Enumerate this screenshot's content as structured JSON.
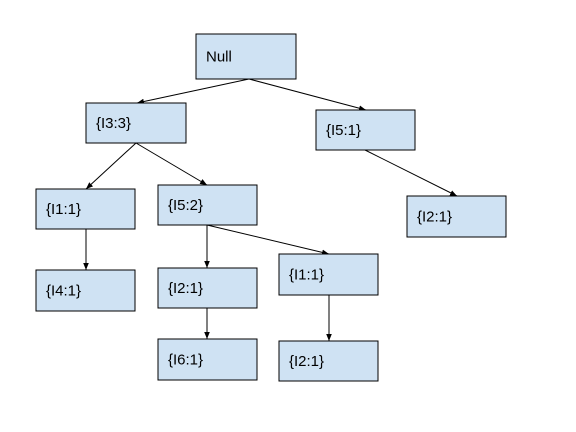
{
  "nodes": [
    {
      "id": "root",
      "label": "Null"
    },
    {
      "id": "i3",
      "label": "{I3:3}"
    },
    {
      "id": "i5",
      "label": "{I5:1}"
    },
    {
      "id": "i3-i1",
      "label": "{I1:1}"
    },
    {
      "id": "i3-i5",
      "label": "{I5:2}"
    },
    {
      "id": "i5-i2",
      "label": "{I2:1}"
    },
    {
      "id": "i3-i1-i4",
      "label": "{I4:1}"
    },
    {
      "id": "i3-i5-i2",
      "label": "{I2:1}"
    },
    {
      "id": "i3-i5-i1",
      "label": "{I1:1}"
    },
    {
      "id": "i3-i5-i2-i6",
      "label": "{I6:1}"
    },
    {
      "id": "i3-i5-i1-i2",
      "label": "{I2:1}"
    }
  ],
  "edges": [
    {
      "from": "root",
      "to": "i3"
    },
    {
      "from": "root",
      "to": "i5"
    },
    {
      "from": "i3",
      "to": "i3-i1"
    },
    {
      "from": "i3",
      "to": "i3-i5"
    },
    {
      "from": "i5",
      "to": "i5-i2"
    },
    {
      "from": "i3-i1",
      "to": "i3-i1-i4"
    },
    {
      "from": "i3-i5",
      "to": "i3-i5-i2"
    },
    {
      "from": "i3-i5",
      "to": "i3-i5-i1"
    },
    {
      "from": "i3-i5-i2",
      "to": "i3-i5-i2-i6"
    },
    {
      "from": "i3-i5-i1",
      "to": "i3-i5-i1-i2"
    }
  ],
  "colors": {
    "node_fill": "#cfe2f3",
    "node_stroke": "#000000",
    "edge": "#000000"
  }
}
